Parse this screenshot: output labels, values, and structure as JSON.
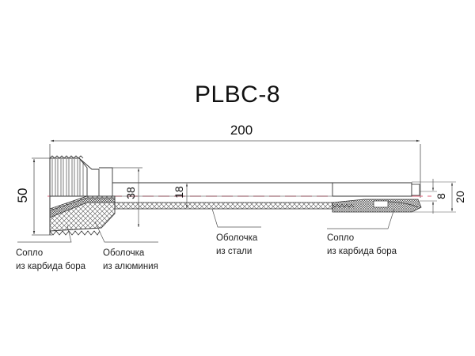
{
  "title": "PLBC-8",
  "dimensions": {
    "overall_length": "200",
    "thread_diameter": "50",
    "housing_diameter": "38",
    "tube_diameter": "18",
    "tip_diameter": "20",
    "bore_diameter": "8"
  },
  "callouts": [
    {
      "line1": "Сопло",
      "line2": "из карбида бора"
    },
    {
      "line1": "Оболочка",
      "line2": "из алюминия"
    },
    {
      "line1": "Оболочка",
      "line2": "из стали"
    },
    {
      "line1": "Сопло",
      "line2": "из карбида бора"
    }
  ],
  "colors": {
    "line": "#333333",
    "centerline": "#e0607a",
    "hatch": "#555555"
  }
}
